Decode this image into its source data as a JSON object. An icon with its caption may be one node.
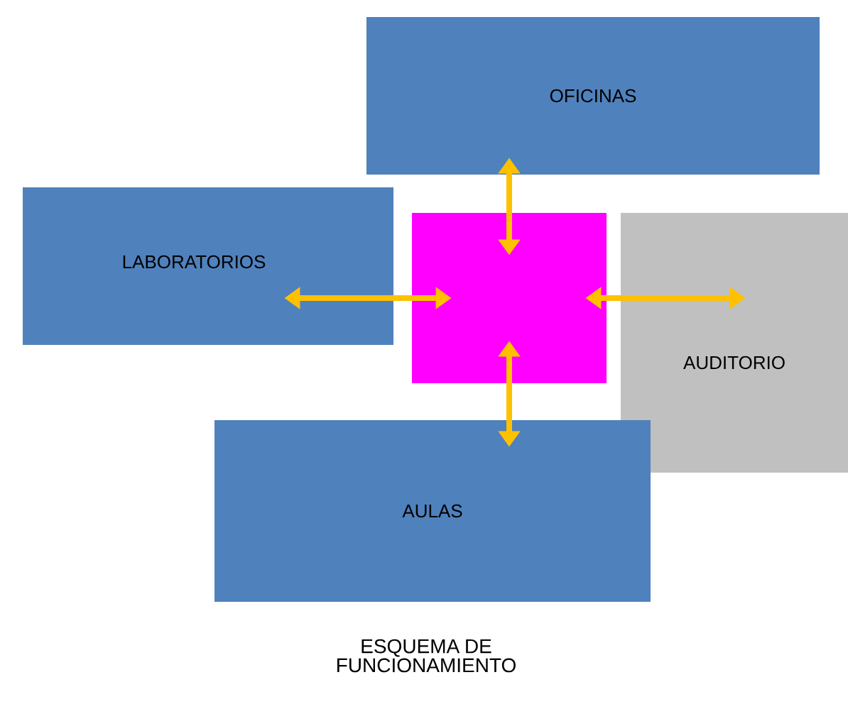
{
  "diagram": {
    "caption": "ESQUEMA DE FUNCIONAMIENTO",
    "nodes": [
      {
        "text": [
          "OFICINAS"
        ]
      },
      {
        "text": [
          "LABORATORIOS"
        ]
      },
      {
        "text": [],
        "shape": "box"
      },
      {
        "text": [
          "AUDITORIO"
        ]
      },
      {
        "text": [
          "AULAS"
        ]
      }
    ],
    "edges": [
      {
        "from": 0,
        "to": 2,
        "arrow": "both"
      },
      {
        "from": 1,
        "to": 2,
        "arrow": "both"
      },
      {
        "from": 2,
        "to": 3,
        "arrow": "both"
      },
      {
        "from": 2,
        "to": 4,
        "arrow": "both"
      }
    ]
  }
}
